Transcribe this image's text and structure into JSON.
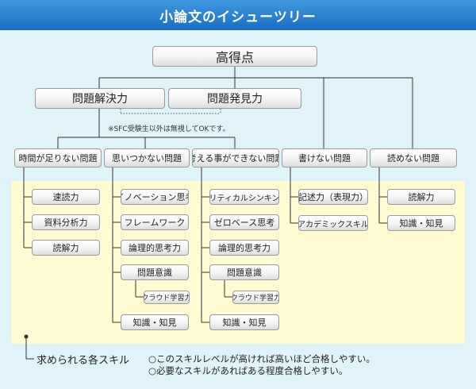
{
  "title": "小論文のイシューツリー",
  "root": "高得点",
  "level1": {
    "solve": "問題解決力",
    "find": "問題発見力"
  },
  "note": "※SFC受験生以外は無視してOKです。",
  "categories": {
    "time": "時間が足りない問題",
    "idea": "思いつかない問題",
    "think": "考える事ができない問題",
    "write": "書けない問題",
    "read": "読めない問題"
  },
  "skills": {
    "time": [
      "速読力",
      "資料分析力",
      "読解力"
    ],
    "idea": [
      "イノベーション思考",
      "フレームワーク",
      "論理的思考力",
      "問題意識",
      "クラウド学習力",
      "知識・知見"
    ],
    "think": [
      "クリティカルシンキング",
      "ゼロベース思考",
      "論理的思考力",
      "問題意識",
      "クラウド学習力",
      "知識・知見"
    ],
    "write": [
      "記述力（表現力）",
      "アカデミックスキル"
    ],
    "read": [
      "読解力",
      "知識・知見"
    ]
  },
  "legend": {
    "label": "求められる各スキル",
    "line1": "○このスキルレベルが高ければ高いほど合格しやすい。",
    "line2": "○必要なスキルがあればある程度合格しやすい。"
  },
  "colors": {
    "background": "#dff3f8",
    "title_bar": "#2a80d0",
    "skill_area": "#fffbd3",
    "connector": "#333333"
  }
}
